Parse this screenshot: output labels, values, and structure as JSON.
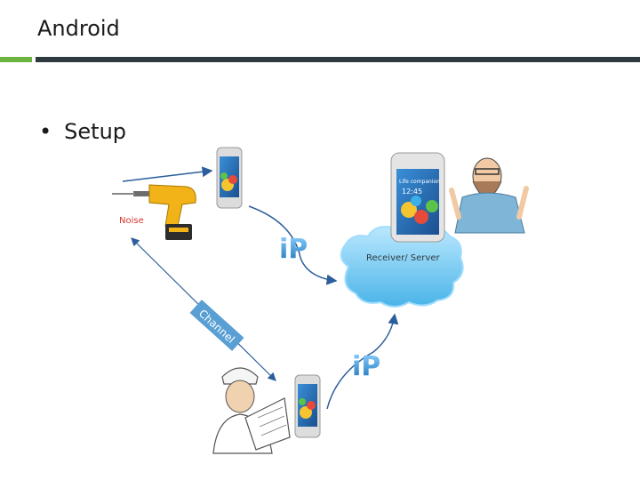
{
  "slide": {
    "title": "Android",
    "bullet": "Setup"
  },
  "diagram": {
    "noise_label": "Noise",
    "channel_label": "Channel",
    "ip_label_top": "iP",
    "ip_label_bottom": "iP",
    "server_label": "Receiver/ Server",
    "phone_large_brand": "Life companion",
    "phone_large_time": "12:45"
  },
  "colors": {
    "accent_green": "#6cb33f",
    "bar_dark": "#2e3a40",
    "ip_blue": "#1670b8",
    "cloud_blue": "#6cc6f0",
    "noise_red": "#d9342b"
  }
}
